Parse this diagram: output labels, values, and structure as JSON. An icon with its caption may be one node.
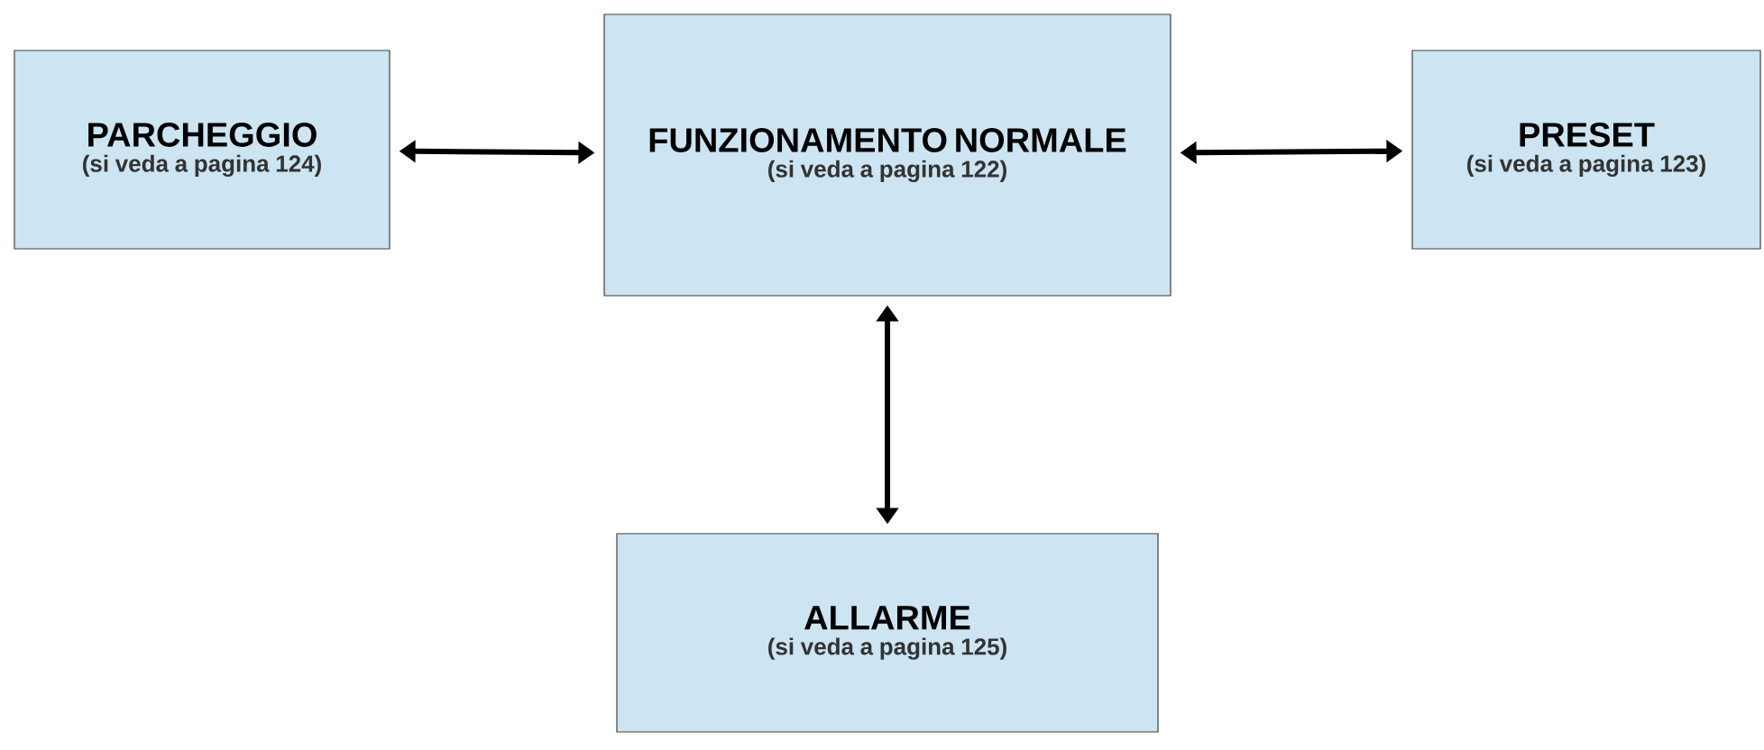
{
  "diagram": {
    "nodes": [
      {
        "text": [
          "PARCHEGGIO",
          "(si veda a pagina 124)"
        ]
      },
      {
        "text": [
          "FUNZIONAMENTO NORMALE",
          "(si veda a pagina 122)"
        ]
      },
      {
        "text": [
          "PRESET",
          "(si veda a pagina 123)"
        ]
      },
      {
        "text": [
          "ALLARME",
          "(si veda a pagina 125)"
        ]
      }
    ],
    "edges": [
      {
        "from": 0,
        "to": 1,
        "arrow": "both"
      },
      {
        "from": 1,
        "to": 2,
        "arrow": "both"
      },
      {
        "from": 1,
        "to": 3,
        "arrow": "both"
      }
    ]
  }
}
